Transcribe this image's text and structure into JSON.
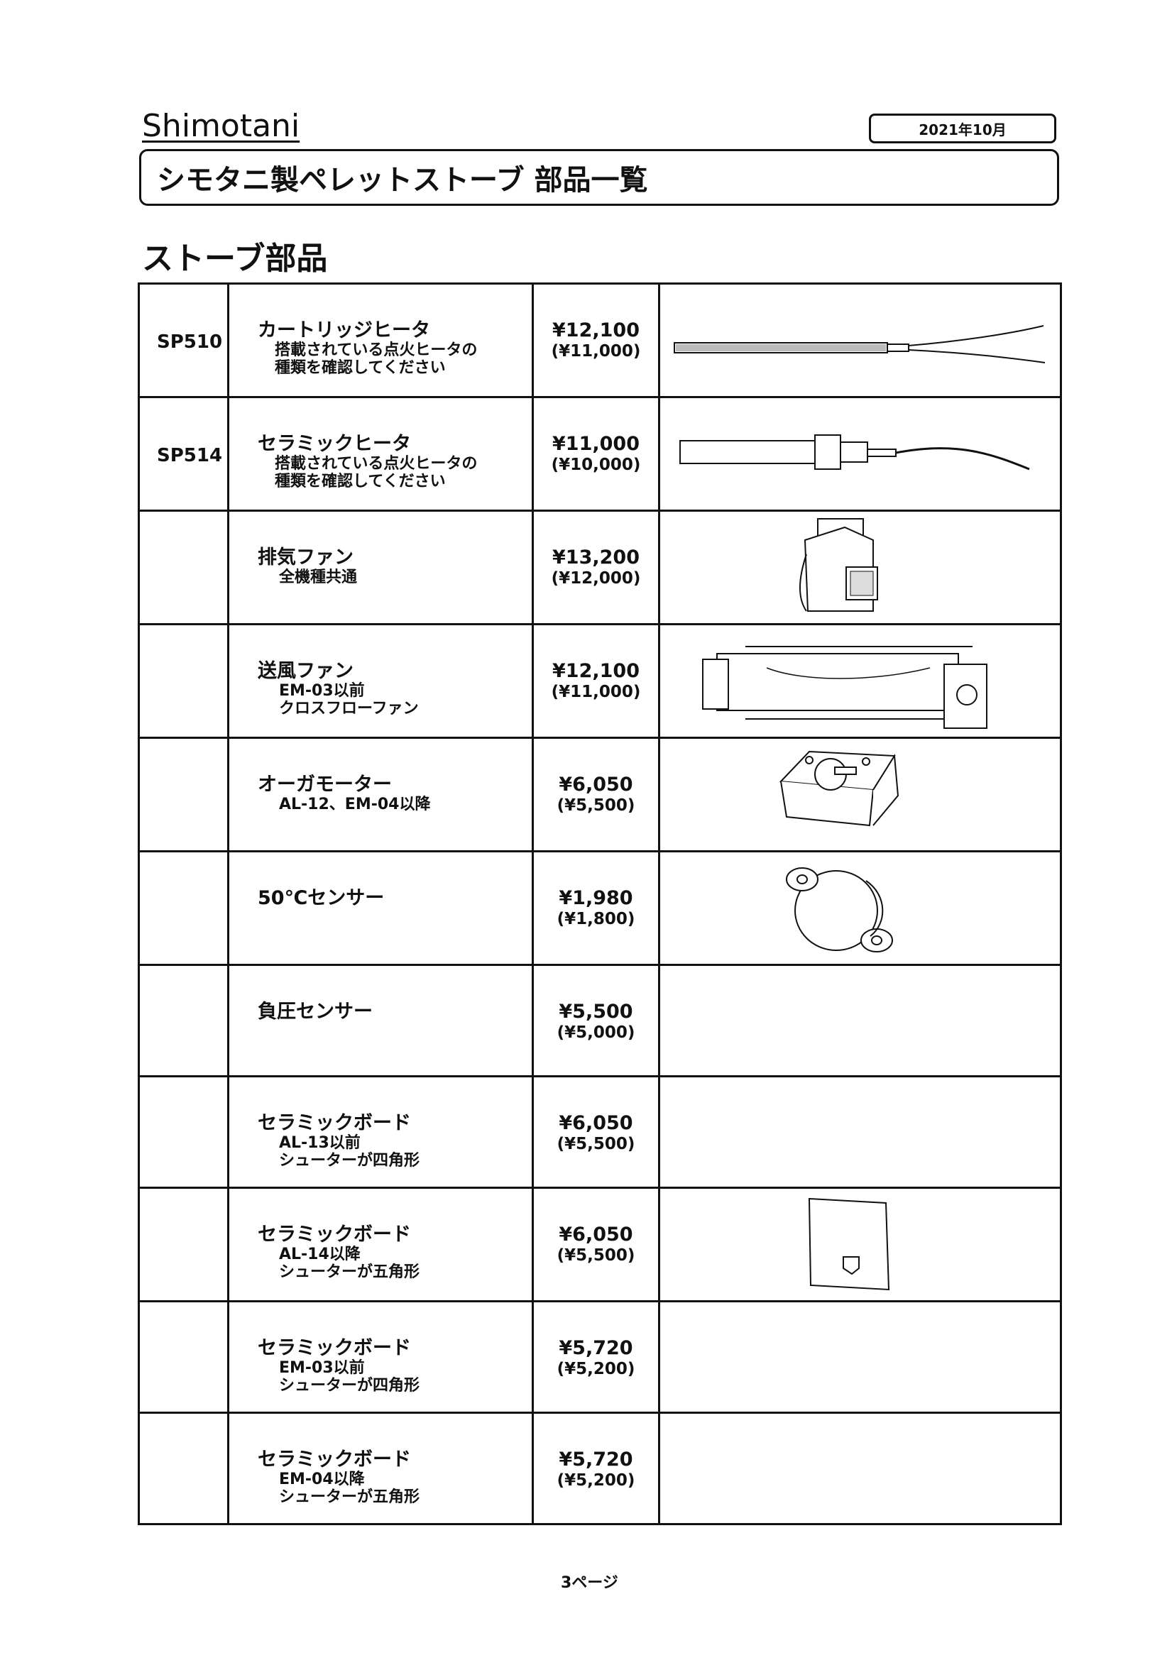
{
  "header": {
    "brand": "Shimotani",
    "date": "2021年10月",
    "title": "シモタニ製ペレットストーブ 部品一覧"
  },
  "section_title": "ストーブ部品",
  "rows": [
    {
      "code": "SP510",
      "name": "カートリッジヒータ",
      "notes": [
        "搭載されている点火ヒータの",
        "種類を確認してください"
      ],
      "price": "¥12,100",
      "price_ex": "(¥11,000)",
      "image": "cartridge-heater"
    },
    {
      "code": "SP514",
      "name": "セラミックヒータ",
      "notes": [
        "搭載されている点火ヒータの",
        "種類を確認してください"
      ],
      "price": "¥11,000",
      "price_ex": "(¥10,000)",
      "image": "ceramic-heater"
    },
    {
      "code": "",
      "name": "排気ファン",
      "notes": [
        "全機種共通"
      ],
      "price": "¥13,200",
      "price_ex": "(¥12,000)",
      "image": "exhaust-fan"
    },
    {
      "code": "",
      "name": "送風ファン",
      "notes": [
        "EM-03以前",
        "クロスフローファン"
      ],
      "price": "¥12,100",
      "price_ex": "(¥11,000)",
      "image": "crossflow-fan"
    },
    {
      "code": "",
      "name": "オーガモーター",
      "notes": [
        "AL-12、EM-04以降"
      ],
      "price": "¥6,050",
      "price_ex": "(¥5,500)",
      "image": "auger-motor"
    },
    {
      "code": "",
      "name": "50℃センサー",
      "notes": [],
      "price": "¥1,980",
      "price_ex": "(¥1,800)",
      "image": "temp-sensor"
    },
    {
      "code": "",
      "name": "負圧センサー",
      "notes": [],
      "price": "¥5,500",
      "price_ex": "(¥5,000)",
      "image": ""
    },
    {
      "code": "",
      "name": "セラミックボード",
      "notes": [
        "AL-13以前",
        "シューターが四角形"
      ],
      "price": "¥6,050",
      "price_ex": "(¥5,500)",
      "image": ""
    },
    {
      "code": "",
      "name": "セラミックボード",
      "notes": [
        "AL-14以降",
        "シューターが五角形"
      ],
      "price": "¥6,050",
      "price_ex": "(¥5,500)",
      "image": "ceramic-board"
    },
    {
      "code": "",
      "name": "セラミックボード",
      "notes": [
        "EM-03以前",
        "シューターが四角形"
      ],
      "price": "¥5,720",
      "price_ex": "(¥5,200)",
      "image": ""
    },
    {
      "code": "",
      "name": "セラミックボード",
      "notes": [
        "EM-04以降",
        "シューターが五角形"
      ],
      "price": "¥5,720",
      "price_ex": "(¥5,200)",
      "image": ""
    }
  ],
  "footer": {
    "page": "3ページ"
  }
}
